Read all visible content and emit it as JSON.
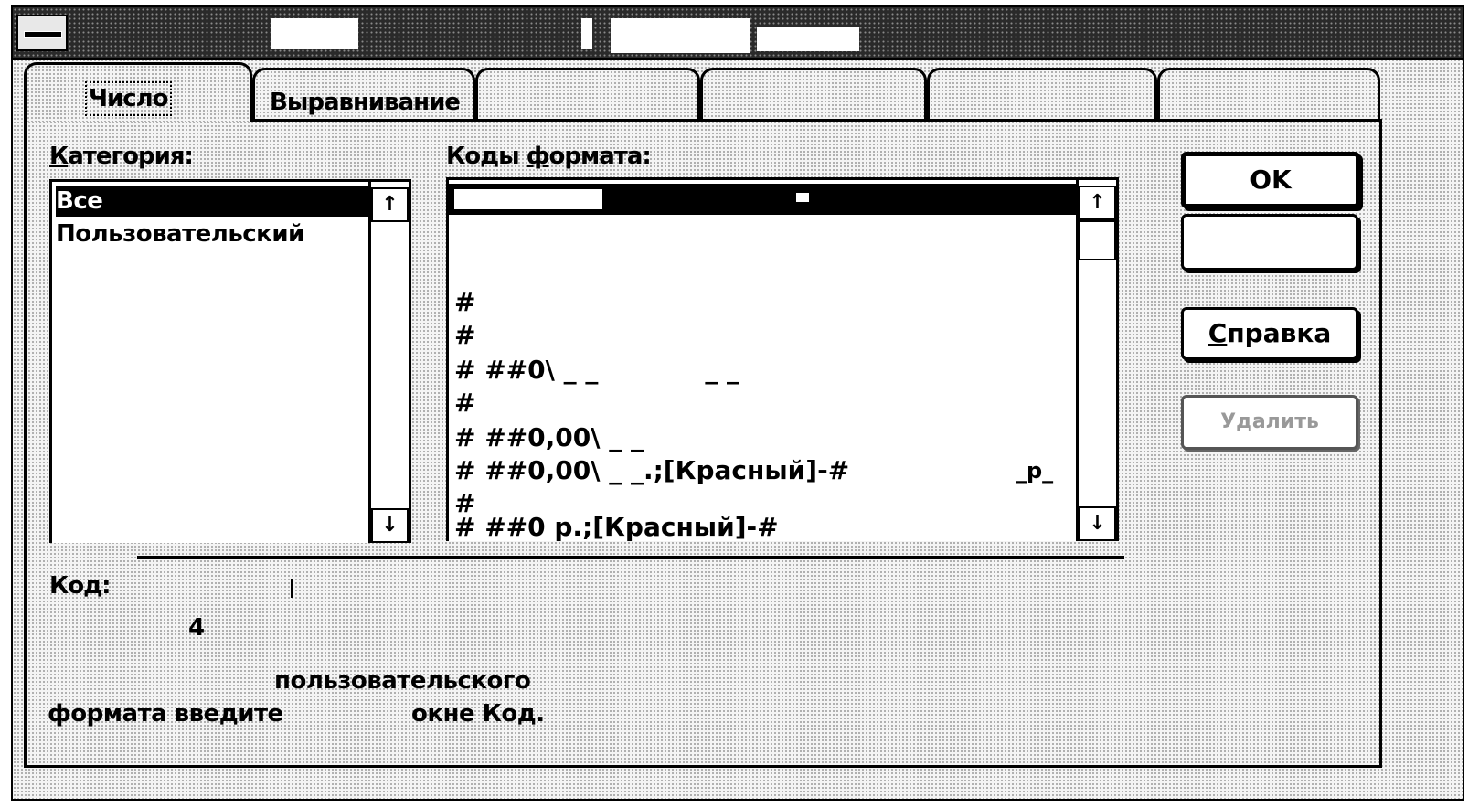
{
  "tabs": [
    {
      "label": "Число",
      "active": true
    },
    {
      "label": "Выравнивание",
      "active": false
    },
    {
      "label": "",
      "active": false
    },
    {
      "label": "",
      "active": false
    },
    {
      "label": "",
      "active": false
    },
    {
      "label": "",
      "active": false
    }
  ],
  "category": {
    "label_first": "К",
    "label_rest": "атегория:",
    "items": [
      "Все",
      "Пользовательский"
    ],
    "selected_index": 0
  },
  "formats": {
    "label_prefix": "Коды ",
    "label_mnemonic": "ф",
    "label_rest": "ормата:",
    "items": [
      "",
      "",
      "",
      "#",
      "#",
      "# ##0\\ _ _            _ _",
      "#",
      "# ##0,00\\ _ _",
      "# ##0,00\\ _ _.;[Красный]-#",
      "#",
      "# ##0 р.;[Красный]-#"
    ],
    "trailing_fragment": "_р_",
    "scroll_up_glyph": "↑",
    "scroll_down_glyph": "↓"
  },
  "category_scroll": {
    "up_glyph": "↑",
    "down_glyph": "↓"
  },
  "buttons": {
    "ok": "OK",
    "blank": "",
    "help_mnemonic": "С",
    "help_rest": "правка",
    "delete": "Удалить"
  },
  "code": {
    "label_prefix": "Ко",
    "label_mnemonic": "д",
    "label_rest": ":"
  },
  "description": {
    "digit": "4",
    "line1": "пользовательского",
    "line2_a": "формата введите",
    "line2_b": "окне Код."
  }
}
